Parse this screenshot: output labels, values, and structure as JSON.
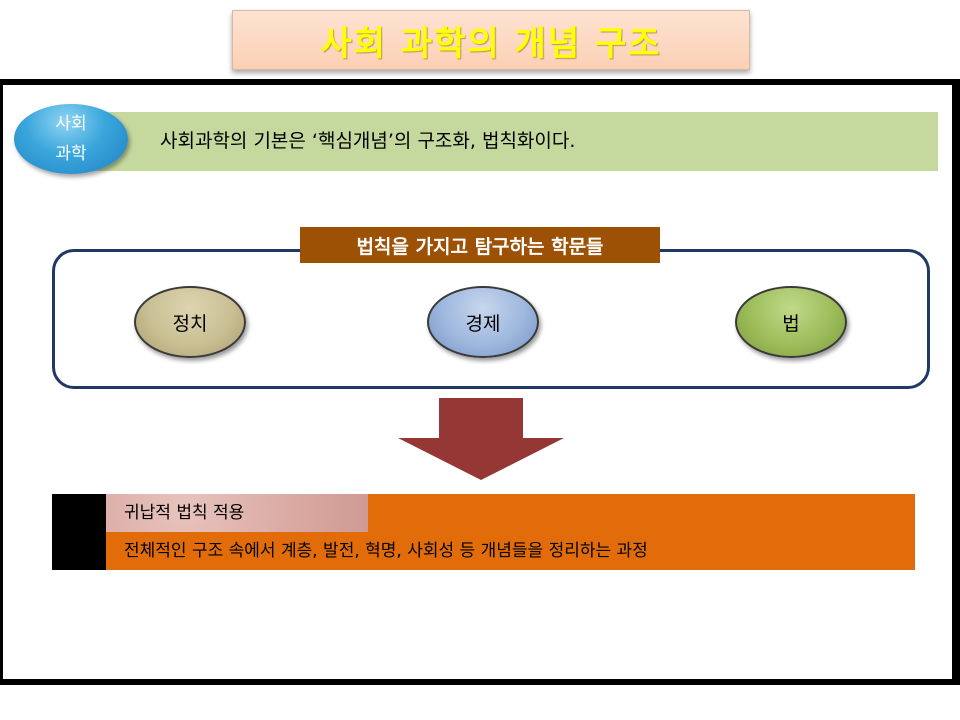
{
  "title": "사회 과학의 개념 구조",
  "header": {
    "badge_line1": "사회",
    "badge_line2": "과학",
    "statement": "사회과학의 기본은 ‘핵심개념’의 구조화, 법칙화이다."
  },
  "disciplines": {
    "label": "법칙을 가지고 탐구하는 학문들",
    "items": [
      {
        "name": "정치",
        "color": "#c9bf93"
      },
      {
        "name": "경제",
        "color": "#9db7de"
      },
      {
        "name": "법",
        "color": "#9dbd5a"
      }
    ]
  },
  "arrow_color": "#953735",
  "result": {
    "heading": "귀납적 법칙 적용",
    "description": "전체적인 구조 속에서 계층, 발전, 혁명, 사회성 등 개념들을 정리하는 과정"
  },
  "colors": {
    "title_text": "#ffff00",
    "green_bar": "#c5d89d",
    "brown_label": "#9c5104",
    "orange_bar": "#e36c0a",
    "box_border": "#1f3864"
  }
}
